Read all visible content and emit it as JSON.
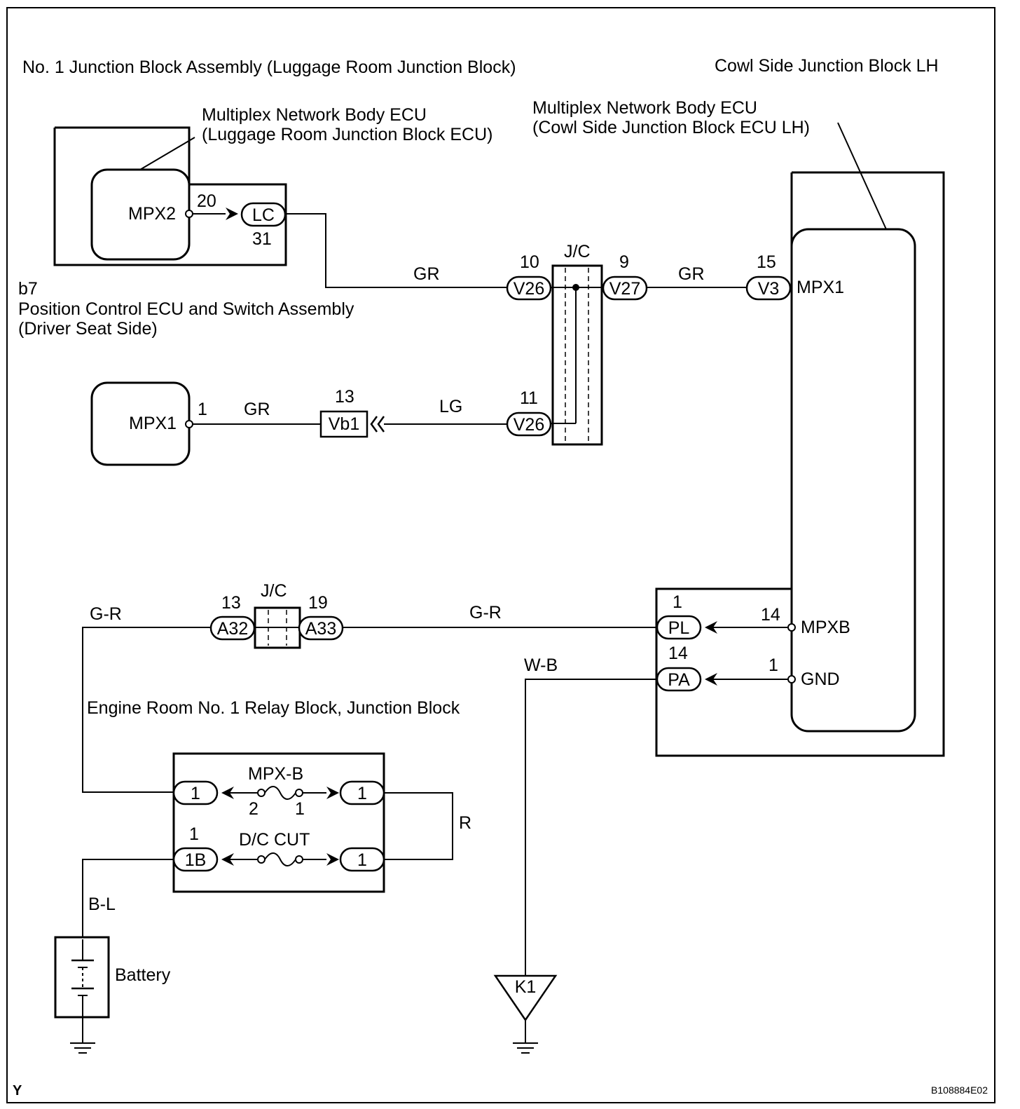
{
  "labels": {
    "luggage_jb_title": "No. 1 Junction Block Assembly (Luggage Room Junction Block)",
    "cowl_jb_title": "Cowl Side Junction Block LH",
    "luggage_ecu_line1": "Multiplex Network Body ECU",
    "luggage_ecu_line2": "(Luggage Room Junction Block ECU)",
    "cowl_ecu_line1": "Multiplex Network Body ECU",
    "cowl_ecu_line2": "(Cowl Side Junction Block ECU LH)",
    "b7_code": "b7",
    "b7_line1": "Position Control ECU and Switch Assembly",
    "b7_line2": "(Driver Seat Side)",
    "engine_room_title": "Engine Room No. 1 Relay Block, Junction Block",
    "battery": "Battery",
    "page_corner": "Y",
    "figure_code": "B108884E02"
  },
  "terminals": {
    "luggage_mpx2": "MPX2",
    "b7_mpx1": "MPX1",
    "cowl_mpx1": "MPX1",
    "cowl_mpxb": "MPXB",
    "cowl_gnd": "GND"
  },
  "connectors": {
    "lc": {
      "name": "LC",
      "pin_in": "20",
      "pin_out": "31"
    },
    "v26_top": {
      "name": "V26",
      "pin": "10"
    },
    "v27": {
      "name": "V27",
      "pin": "9"
    },
    "v3": {
      "name": "V3",
      "pin": "15"
    },
    "v26_bottom": {
      "name": "V26",
      "pin": "11"
    },
    "vb1": {
      "name": "Vb1",
      "pin": "13"
    },
    "b7_pin": "1",
    "a32": {
      "name": "A32",
      "pin": "13"
    },
    "a33": {
      "name": "A33",
      "pin": "19"
    },
    "pl": {
      "name": "PL",
      "pin": "1",
      "ecu_pin": "14"
    },
    "pa": {
      "name": "PA",
      "pin": "14",
      "ecu_pin": "1"
    },
    "er_left_top": {
      "name": "1"
    },
    "er_right_top": {
      "name": "1"
    },
    "er_left_bottom": {
      "name": "1B",
      "pin": "1"
    },
    "er_right_bottom": {
      "name": "1"
    },
    "k1": {
      "name": "K1"
    }
  },
  "junctions": {
    "jc_top": "J/C",
    "jc_bottom": "J/C"
  },
  "fuses": {
    "mpxb": {
      "name": "MPX-B",
      "pin_left": "2",
      "pin_right": "1"
    },
    "dccut": {
      "name": "D/C CUT"
    }
  },
  "wires": {
    "lc_to_v26": "GR",
    "v27_to_v3": "GR",
    "b7_to_vb1": "GR",
    "vb1_to_v26": "LG",
    "left_vertical": "G-R",
    "a33_to_pl": "G-R",
    "ground_pa": "W-B",
    "fuse_loop": "R",
    "battery": "B-L"
  }
}
